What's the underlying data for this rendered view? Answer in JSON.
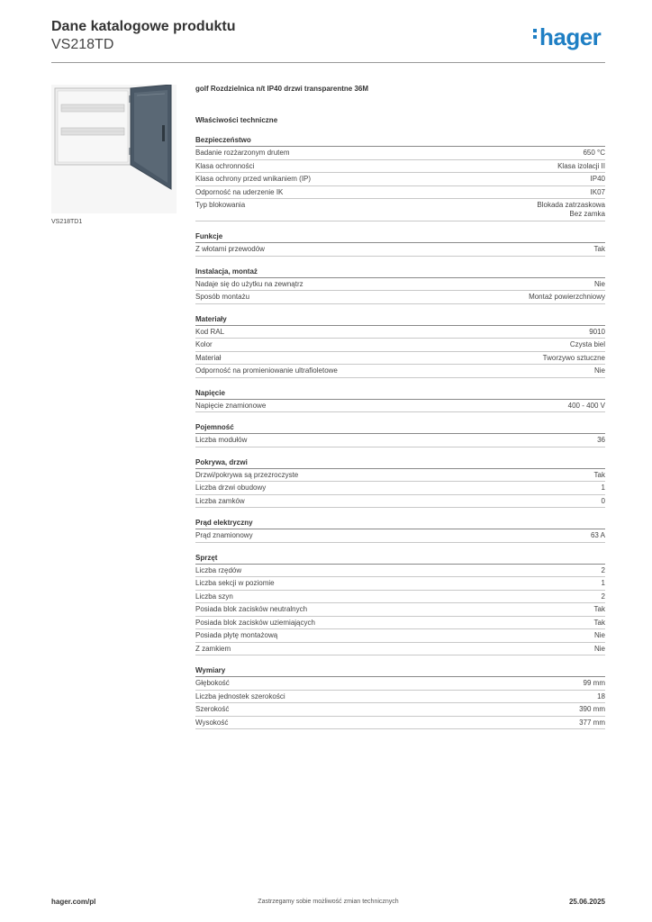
{
  "header": {
    "title": "Dane katalogowe produktu",
    "subtitle": "VS218TD",
    "logo_text": "hager"
  },
  "image": {
    "caption": "VS218TD1"
  },
  "product": {
    "name": "golf Rozdzielnica n/t IP40 drzwi transparentne 36M",
    "tech_title": "Właściwości techniczne"
  },
  "sections": [
    {
      "title": "Bezpieczeństwo",
      "rows": [
        {
          "label": "Badanie rozżarzonym drutem",
          "value": "650 °C"
        },
        {
          "label": "Klasa ochronności",
          "value": "Klasa izolacji II"
        },
        {
          "label": "Klasa ochrony przed wnikaniem (IP)",
          "value": "IP40"
        },
        {
          "label": "Odporność na uderzenie IK",
          "value": "IK07"
        },
        {
          "label": "Typ blokowania",
          "value": "Blokada zatrzaskowa",
          "value2": "Bez zamka"
        }
      ]
    },
    {
      "title": "Funkcje",
      "rows": [
        {
          "label": "Z włotami przewodów",
          "value": "Tak"
        }
      ]
    },
    {
      "title": "Instalacja, montaż",
      "rows": [
        {
          "label": "Nadaje się do użytku na zewnątrz",
          "value": "Nie"
        },
        {
          "label": "Sposób montażu",
          "value": "Montaż powierzchniowy"
        }
      ]
    },
    {
      "title": "Materiały",
      "rows": [
        {
          "label": "Kod RAL",
          "value": "9010"
        },
        {
          "label": "Kolor",
          "value": "Czysta biel"
        },
        {
          "label": "Materiał",
          "value": "Tworzywo sztuczne"
        },
        {
          "label": "Odporność na promieniowanie ultrafioletowe",
          "value": "Nie"
        }
      ]
    },
    {
      "title": "Napięcie",
      "rows": [
        {
          "label": "Napięcie znamionowe",
          "value": "400 - 400 V"
        }
      ]
    },
    {
      "title": "Pojemność",
      "rows": [
        {
          "label": "Liczba modułów",
          "value": "36"
        }
      ]
    },
    {
      "title": "Pokrywa, drzwi",
      "rows": [
        {
          "label": "Drzwi/pokrywa są przezroczyste",
          "value": "Tak"
        },
        {
          "label": "Liczba drzwi obudowy",
          "value": "1"
        },
        {
          "label": "Liczba zamków",
          "value": "0"
        }
      ]
    },
    {
      "title": "Prąd elektryczny",
      "rows": [
        {
          "label": "Prąd znamionowy",
          "value": "63 A"
        }
      ]
    },
    {
      "title": "Sprzęt",
      "rows": [
        {
          "label": "Liczba rzędów",
          "value": "2"
        },
        {
          "label": "Liczba sekcji w poziomie",
          "value": "1"
        },
        {
          "label": "Liczba szyn",
          "value": "2"
        },
        {
          "label": "Posiada blok zacisków neutralnych",
          "value": "Tak"
        },
        {
          "label": "Posiada blok zacisków uziemiających",
          "value": "Tak"
        },
        {
          "label": "Posiada płytę montażową",
          "value": "Nie"
        },
        {
          "label": "Z zamkiem",
          "value": "Nie"
        }
      ]
    },
    {
      "title": "Wymiary",
      "rows": [
        {
          "label": "Głębokość",
          "value": "99 mm"
        },
        {
          "label": "Liczba jednostek szerokości",
          "value": "18"
        },
        {
          "label": "Szerokość",
          "value": "390 mm"
        },
        {
          "label": "Wysokość",
          "value": "377 mm"
        }
      ]
    }
  ],
  "footer": {
    "left": "hager.com/pl",
    "center": "Zastrzegamy sobie możliwość zmian technicznych",
    "right": "25.06.2025"
  },
  "colors": {
    "brand": "#1f7fc4",
    "door": "#4a5866"
  }
}
